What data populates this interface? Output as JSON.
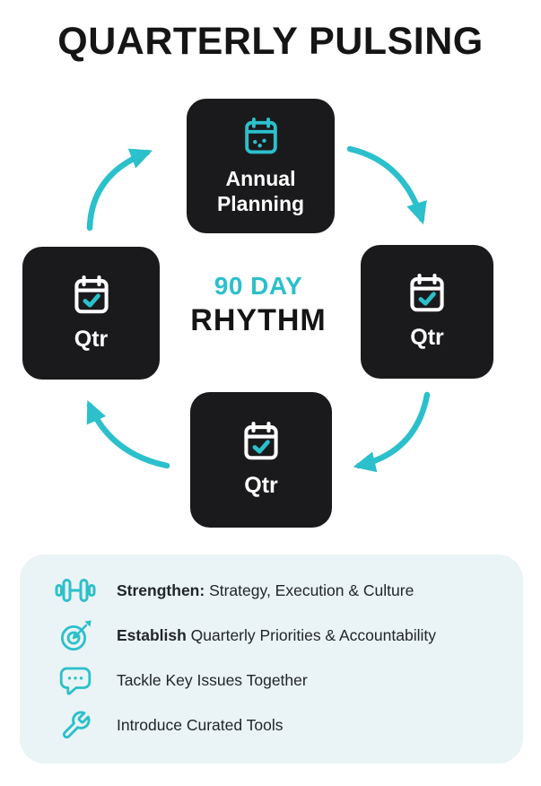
{
  "title": "QUARTERLY PULSING",
  "colors": {
    "teal": "#2BC0CB",
    "box_bg": "#1A1A1C",
    "panel_bg": "#EAF3F5",
    "title_color": "#151515"
  },
  "cycle": {
    "center": {
      "line1": "90 DAY",
      "line2": "RHYTHM"
    },
    "nodes": [
      {
        "position": "top",
        "label": "Annual Planning",
        "icon": "calendar-check-icon"
      },
      {
        "position": "right",
        "label": "Qtr",
        "icon": "calendar-check-icon"
      },
      {
        "position": "bottom",
        "label": "Qtr",
        "icon": "calendar-check-icon"
      },
      {
        "position": "left",
        "label": "Qtr",
        "icon": "calendar-check-icon"
      }
    ],
    "arrows": [
      "left-to-top",
      "top-to-right",
      "right-to-bottom",
      "bottom-to-left"
    ]
  },
  "panel": {
    "items": [
      {
        "icon": "dumbbell-icon",
        "lead": "Strengthen:",
        "rest": " Strategy, Execution & Culture"
      },
      {
        "icon": "target-icon",
        "lead": "Establish",
        "rest": " Quarterly Priorities & Accountability"
      },
      {
        "icon": "speech-bubble-icon",
        "lead": "",
        "rest": "Tackle Key Issues Together"
      },
      {
        "icon": "wrench-icon",
        "lead": "",
        "rest": "Introduce Curated Tools"
      }
    ]
  }
}
